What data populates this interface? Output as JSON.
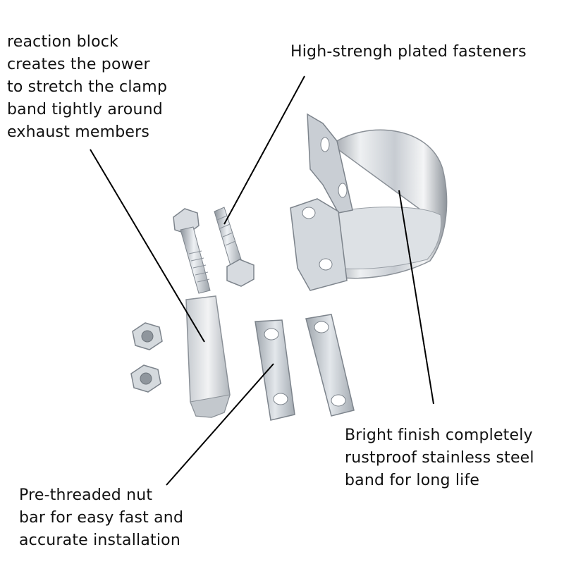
{
  "labels": {
    "reaction_block": "reaction block\ncreates the power\nto stretch the clamp\nband tightly around\nexhaust members",
    "fasteners": "High-strengh plated fasteners",
    "band": "Bright finish completely\nrustproof stainless steel\nband for long life",
    "nut_bar": "Pre-threaded nut\nbar for easy fast and\naccurate installation"
  },
  "colors": {
    "text": "#111111",
    "leader_line": "#000000",
    "metal_light": "#e8eaec",
    "metal_mid": "#b9bec4",
    "metal_dark": "#7d848c",
    "zinc": "#cfd4da"
  }
}
